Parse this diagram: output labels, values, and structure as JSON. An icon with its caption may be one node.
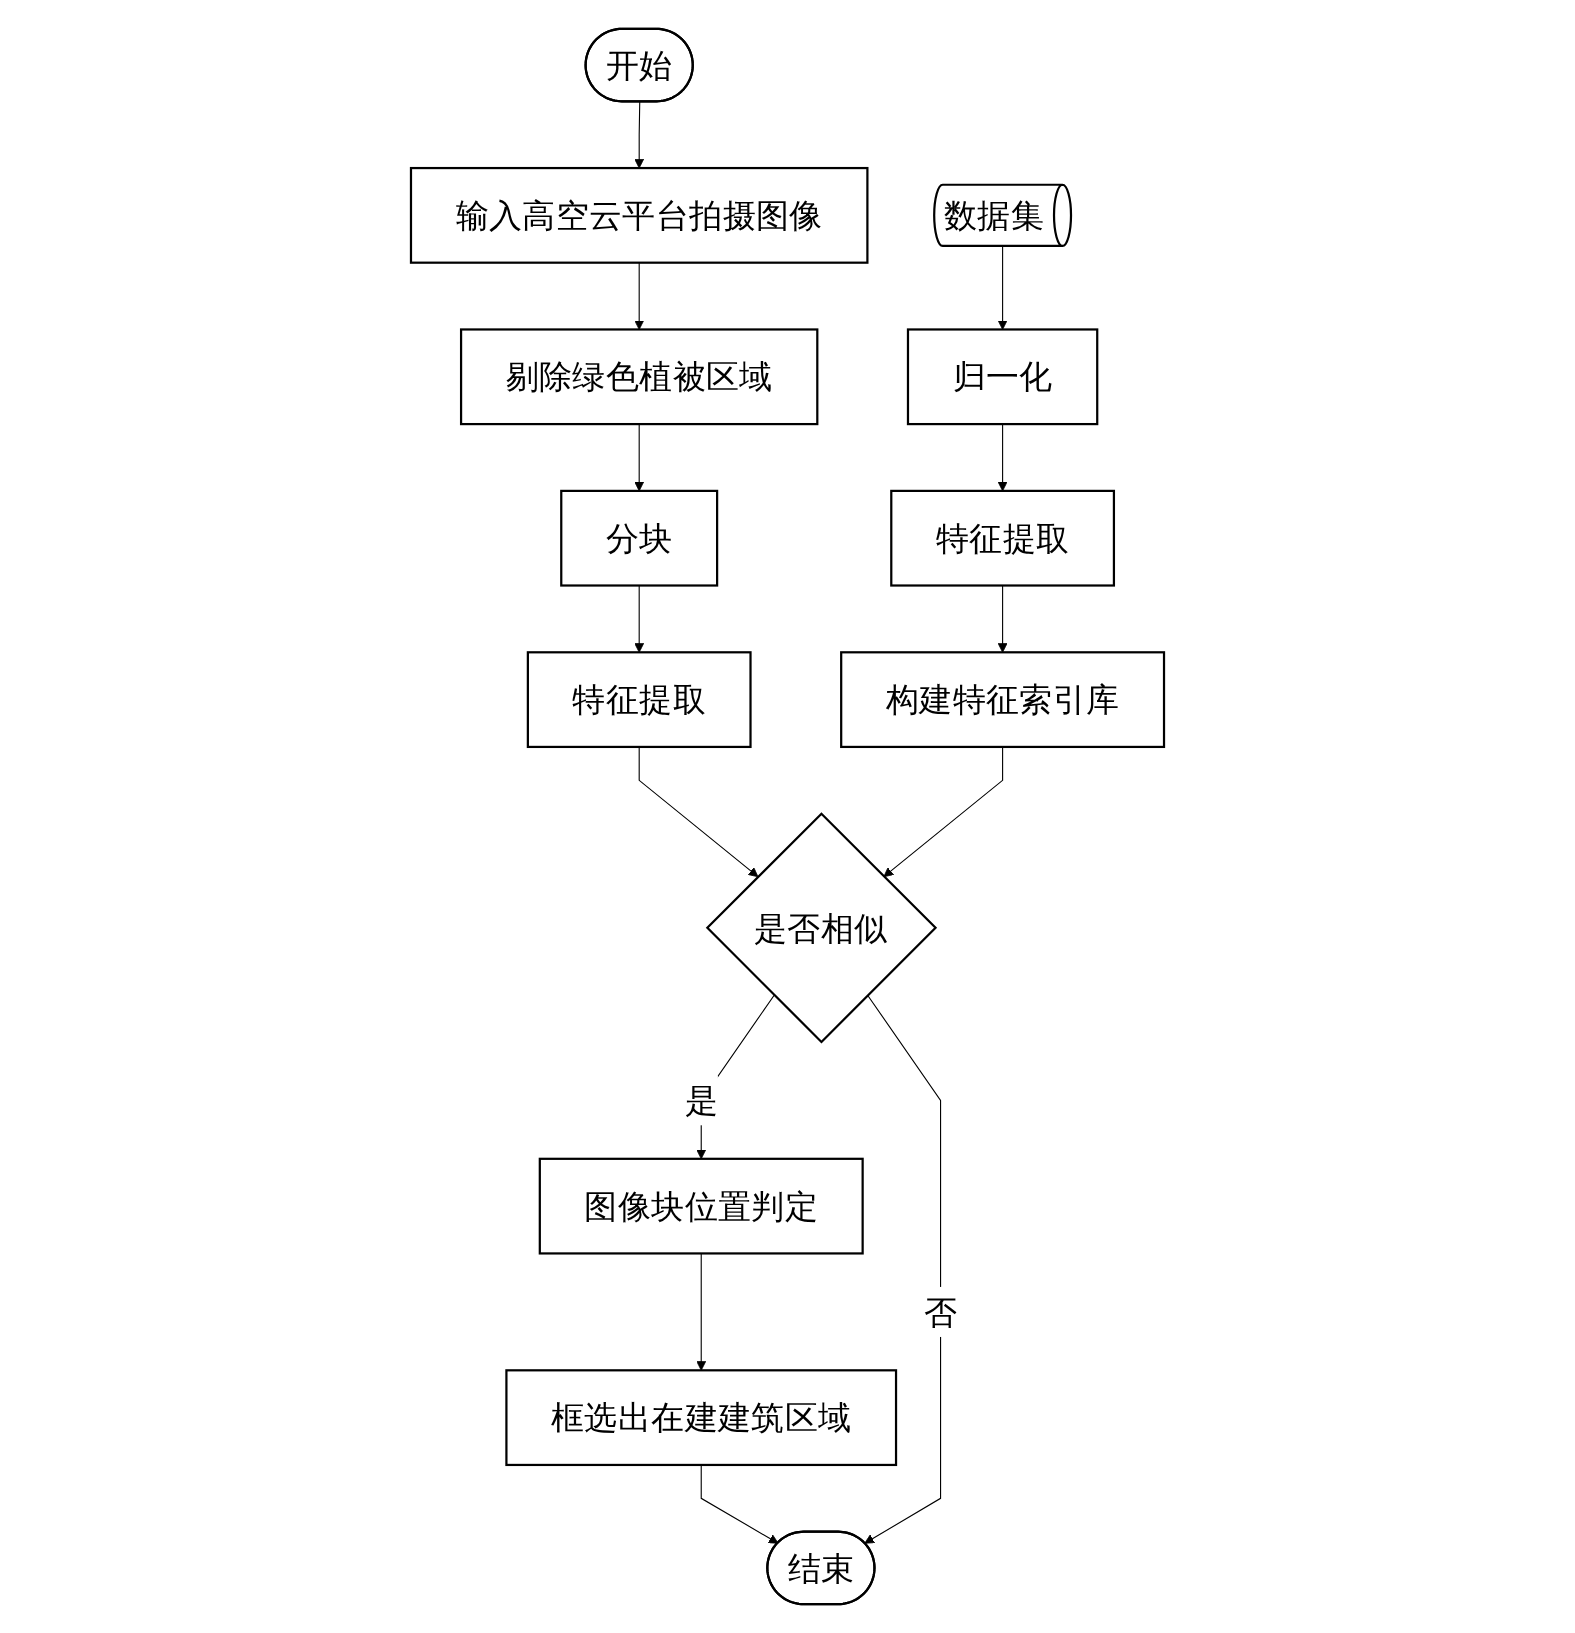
{
  "diagram": {
    "nodes": [
      {
        "text": [
          "开始"
        ]
      },
      {
        "text": [
          "输入高空云平台拍摄图像"
        ]
      },
      {
        "text": [
          "剔除绿色植被区域"
        ]
      },
      {
        "text": [
          "分块"
        ]
      },
      {
        "text": [
          "特征提取"
        ]
      },
      {
        "text": [
          "数据集"
        ]
      },
      {
        "text": [
          "归一化"
        ]
      },
      {
        "text": [
          "特征提取"
        ]
      },
      {
        "text": [
          "构建特征索引库"
        ]
      },
      {
        "text": [
          "是否相似"
        ]
      },
      {
        "text": [
          "图像块位置判定"
        ]
      },
      {
        "text": [
          "框选出在建建筑区域"
        ]
      },
      {
        "text": [
          "结束"
        ]
      }
    ],
    "edges": [
      {
        "from": 0,
        "to": 1,
        "arrow": "to"
      },
      {
        "from": 1,
        "to": 2,
        "arrow": "to"
      },
      {
        "from": 2,
        "to": 3,
        "arrow": "to"
      },
      {
        "from": 3,
        "to": 4,
        "arrow": "to"
      },
      {
        "from": 5,
        "to": 6,
        "arrow": "to"
      },
      {
        "from": 6,
        "to": 7,
        "arrow": "to"
      },
      {
        "from": 7,
        "to": 8,
        "arrow": "to"
      },
      {
        "from": 4,
        "to": 9,
        "arrow": "to"
      },
      {
        "from": 8,
        "to": 9,
        "arrow": "to"
      },
      {
        "from": 9,
        "to": 10,
        "label": "是",
        "arrow": "to"
      },
      {
        "from": 10,
        "to": 11,
        "arrow": "to"
      },
      {
        "from": 11,
        "to": 12,
        "arrow": "to"
      },
      {
        "from": 9,
        "to": 12,
        "label": "否",
        "arrow": "to"
      }
    ]
  }
}
